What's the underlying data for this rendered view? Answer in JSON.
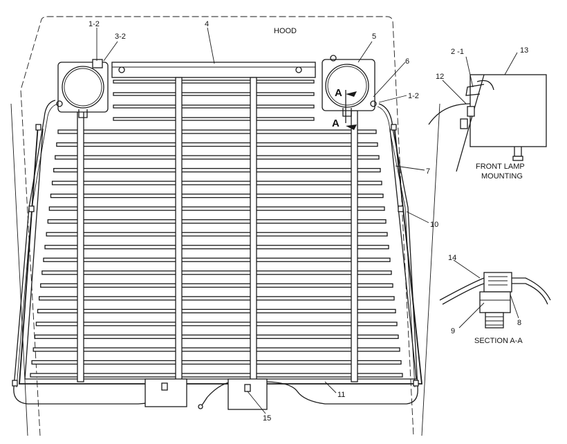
{
  "labels": {
    "hood": "HOOD",
    "front_lamp_line1": "FRONT LAMP",
    "front_lamp_line2": "MOUNTING",
    "section": "SECTION  A-A",
    "section_marker": "A"
  },
  "callouts": {
    "c1_2_top": "1-2",
    "c3_2": "3-2",
    "c4": "4",
    "c5": "5",
    "c6": "6",
    "c1_2_right": "1-2",
    "c7": "7",
    "c10": "10",
    "c11": "11",
    "c15": "15",
    "c2_1": "2 -1",
    "c12": "12",
    "c13": "13",
    "c14": "14",
    "c9": "9",
    "c8": "8"
  }
}
